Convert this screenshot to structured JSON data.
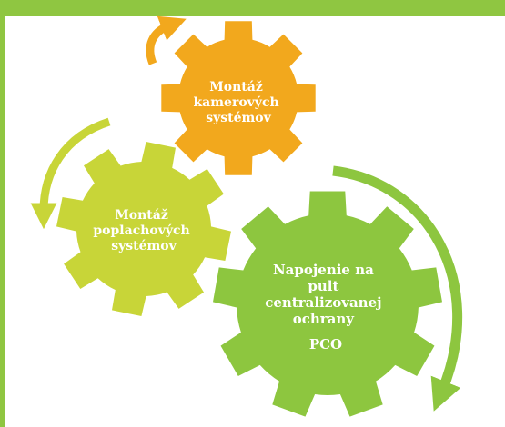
{
  "colors": {
    "frame": "#8fc641",
    "orange": "#f2a81d",
    "yellow_green": "#c8d538",
    "green": "#8dc63f",
    "arrow_orange": "#f2a81d",
    "arrow_yellow_green": "#c8d538",
    "arrow_green": "#8dc63f"
  },
  "gears": [
    {
      "id": "camera",
      "lines": [
        "Montáž",
        "kamerových",
        "systémov"
      ]
    },
    {
      "id": "alarm",
      "lines": [
        "Montáž",
        "poplachových",
        "systémov"
      ]
    },
    {
      "id": "pco",
      "lines": [
        "Napojenie na",
        "pult",
        "centralizovanej",
        "ochrany",
        "PCO"
      ]
    }
  ]
}
